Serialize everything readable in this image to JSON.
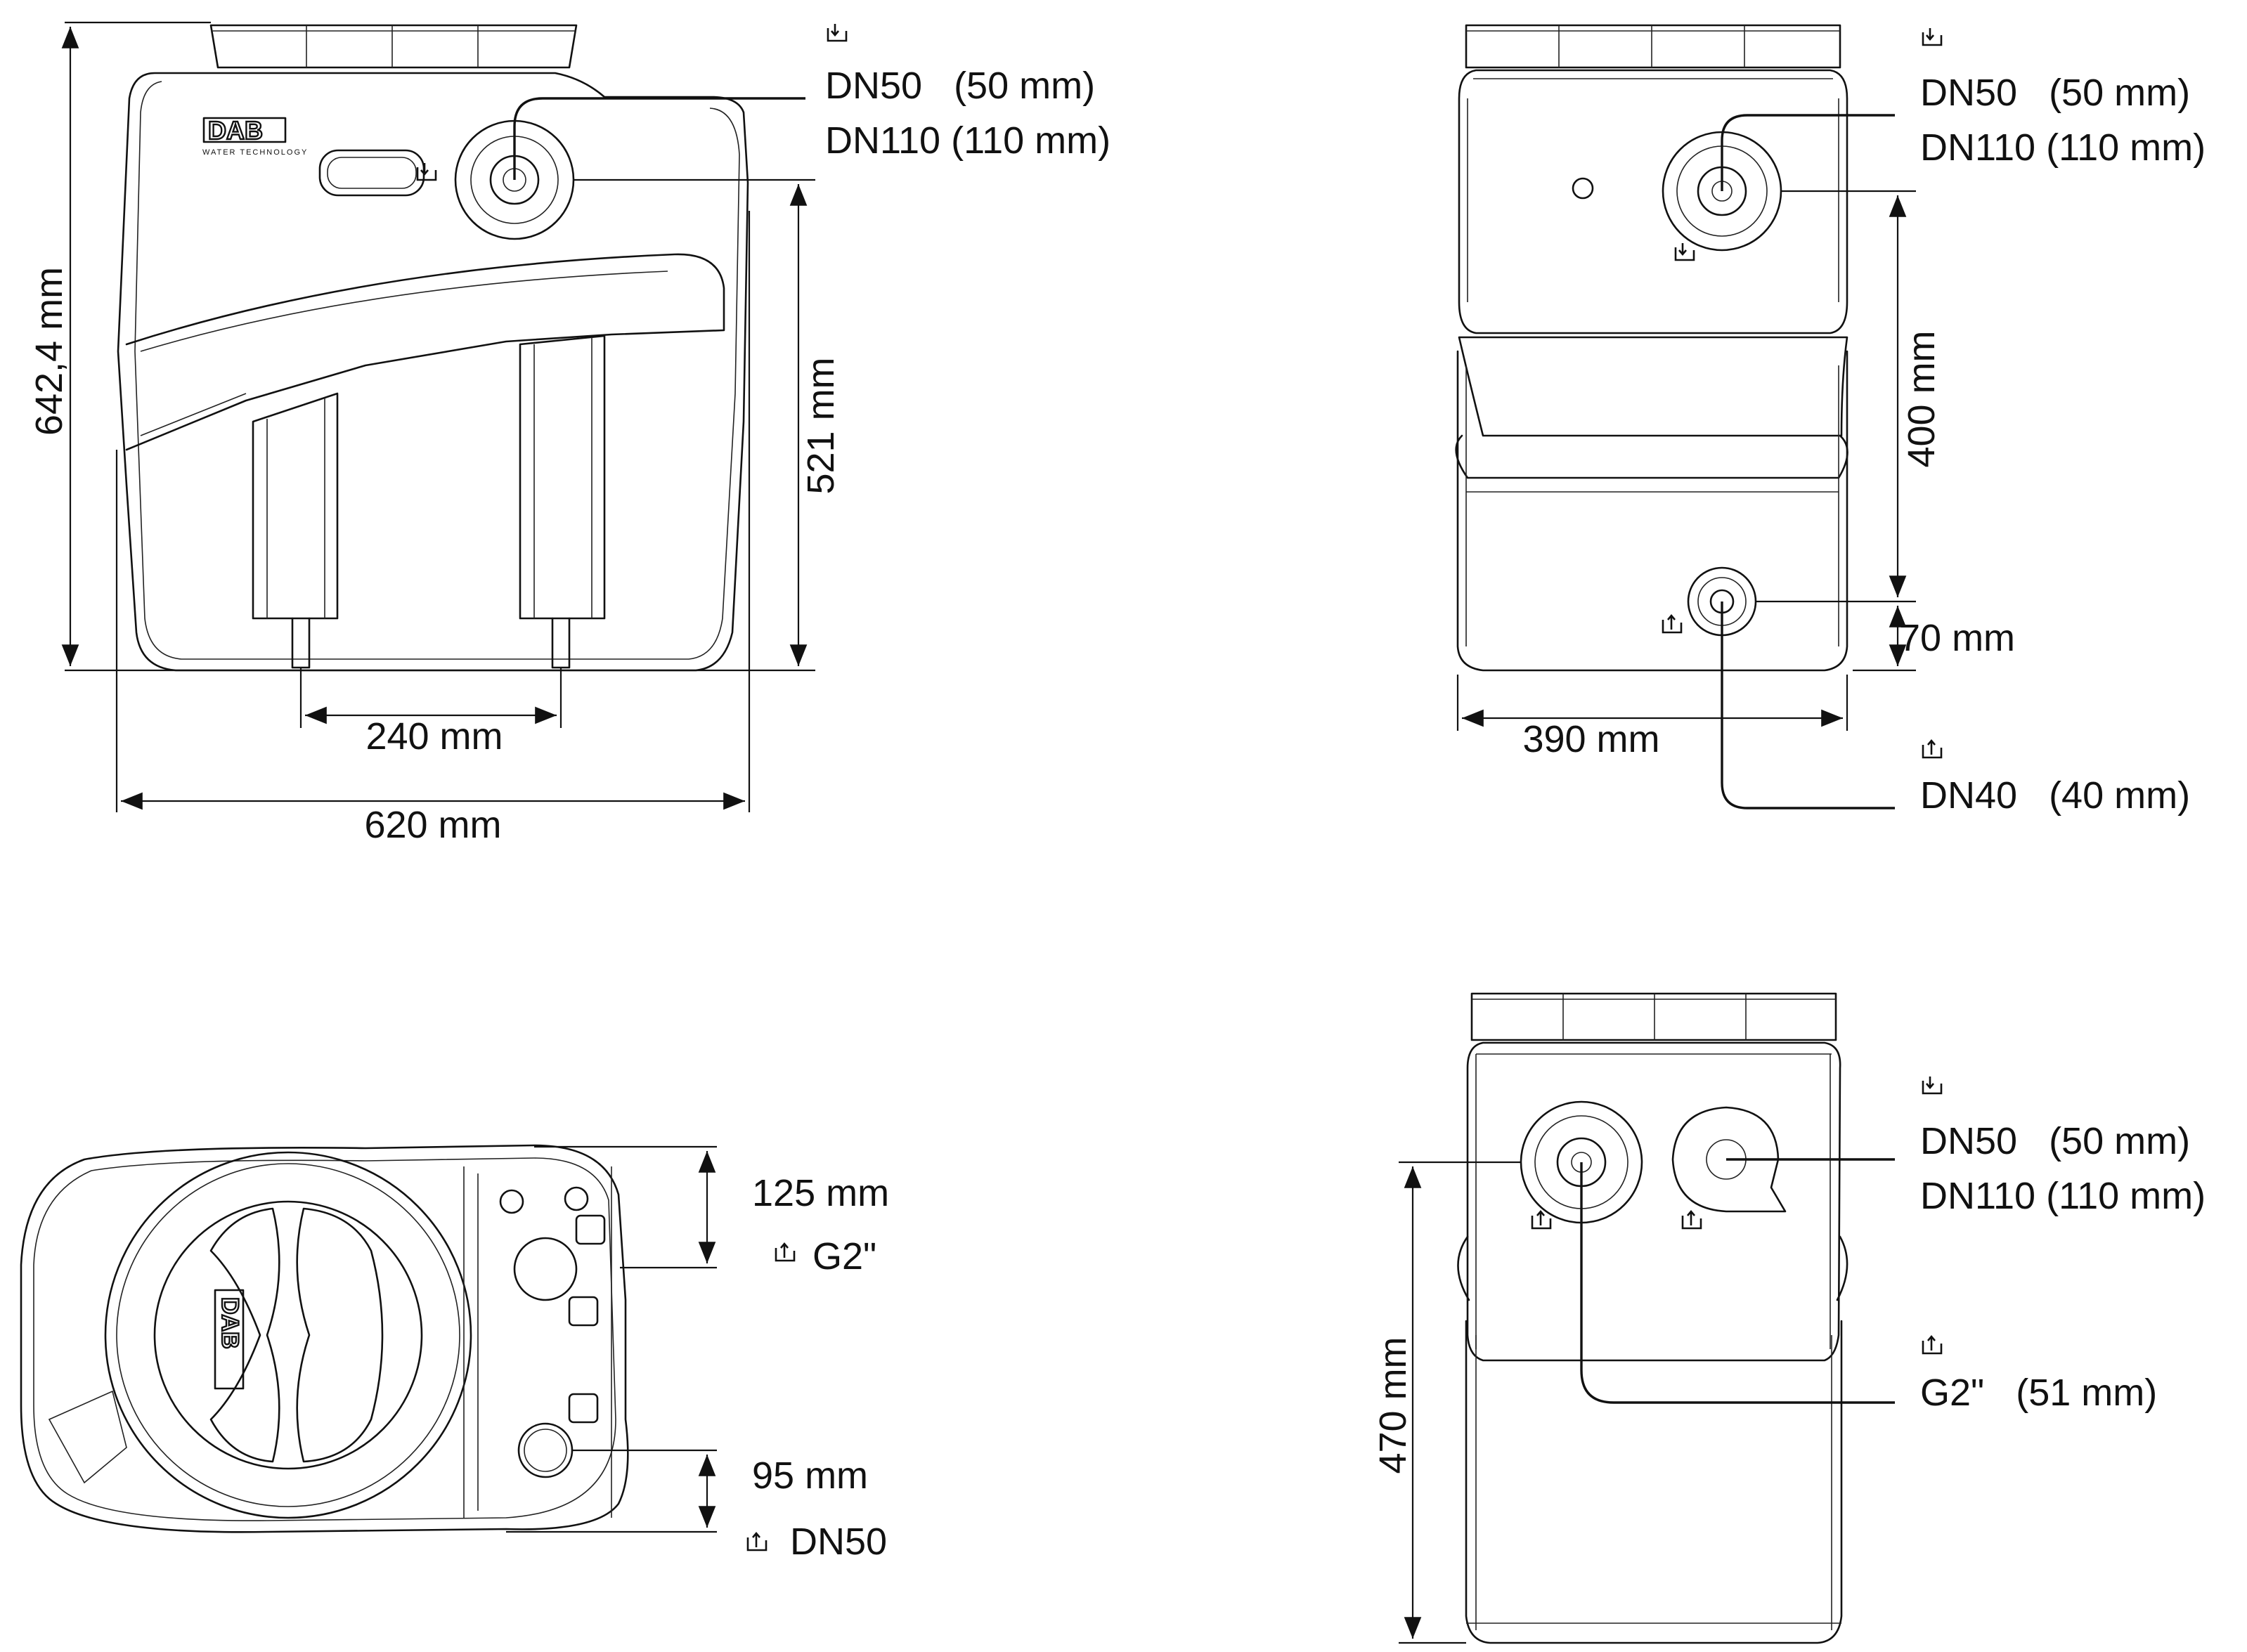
{
  "drawing": {
    "front_view": {
      "dim_height_total": "642,4 mm",
      "dim_height_inlet": "521 mm",
      "dim_feet_spacing": "240 mm",
      "dim_width": "620 mm",
      "inlet_line1": "DN50   (50 mm)",
      "inlet_line2": "DN110 (110 mm)",
      "logo_text": "DAB",
      "logo_sub": "WATER TECHNOLOGY"
    },
    "side_view": {
      "inlet_line1": "DN50   (50 mm)",
      "inlet_line2": "DN110 (110 mm)",
      "dim_height_inlet": "400 mm",
      "dim_height_outlet": "70 mm",
      "dim_depth": "390 mm",
      "outlet_line1": "DN40   (40 mm)"
    },
    "top_view": {
      "dim_vent": "125 mm",
      "vent_label": "G2\"",
      "dim_outlet": "95 mm",
      "outlet_label": "DN50",
      "logo_text": "DAB"
    },
    "rear_view": {
      "inlet_line1": "DN50   (50 mm)",
      "inlet_line2": "DN110 (110 mm)",
      "outlet_line1": "G2\"   (51 mm)",
      "dim_height": "470 mm"
    }
  }
}
